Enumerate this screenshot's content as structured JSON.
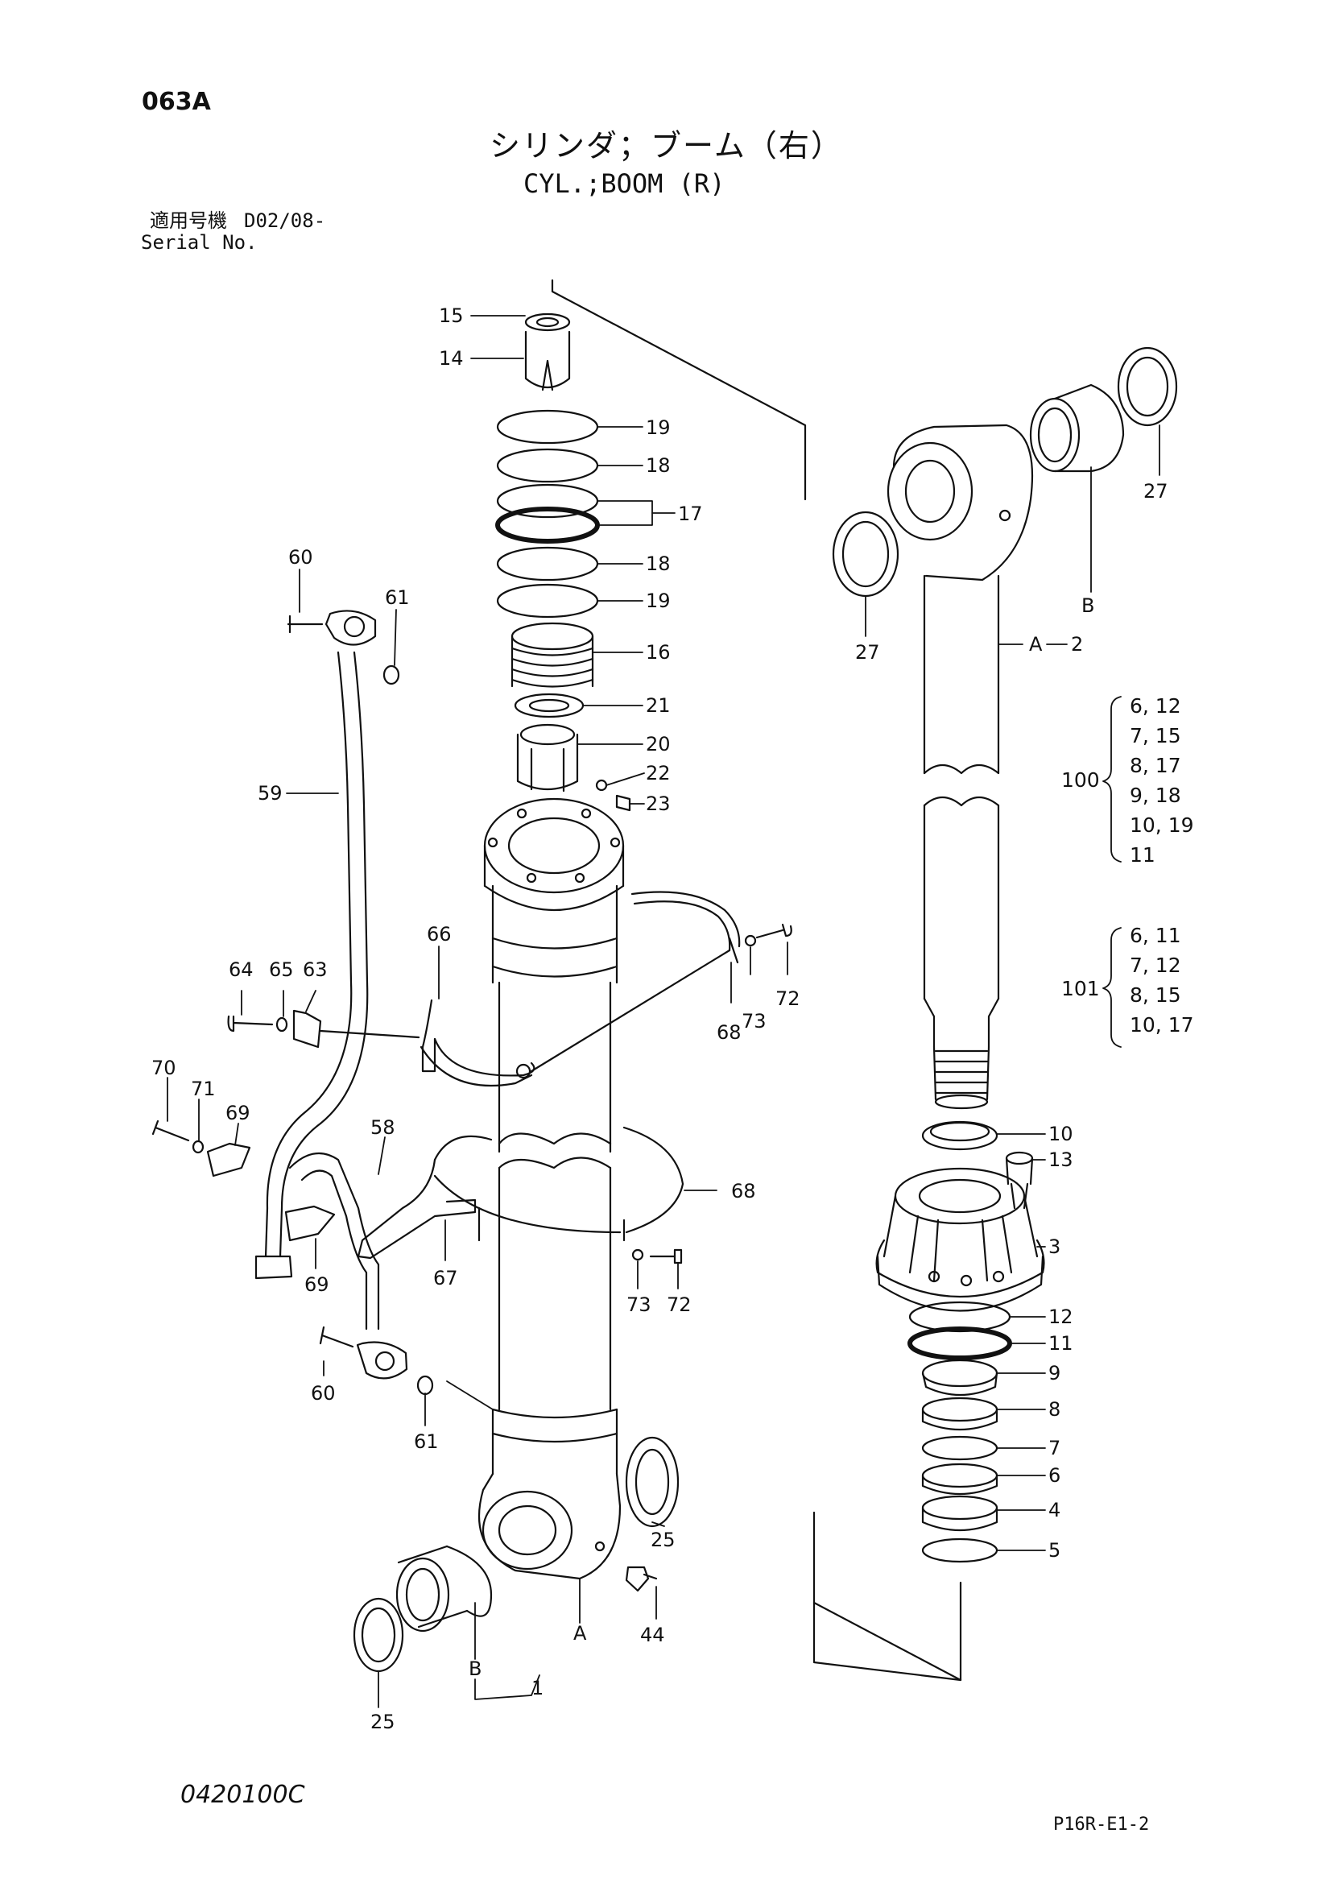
{
  "header": {
    "page_code": "063A",
    "title_jp": "シリンダ；ブーム（右）",
    "title_en": "CYL.;BOOM (R)",
    "serial_label_jp": "適用号機",
    "serial_value": "D02/08-",
    "serial_label_en": "Serial No."
  },
  "footer": {
    "doc_code": "0420100C",
    "sheet_code": "P16R-E1-2"
  },
  "callouts": {
    "c15": "15",
    "c14": "14",
    "c19a": "19",
    "c18a": "18",
    "c17": "17",
    "c18b": "18",
    "c19b": "19",
    "c16": "16",
    "c21": "21",
    "c20": "20",
    "c22": "22",
    "c23": "23",
    "c60a": "60",
    "c61a": "61",
    "c59": "59",
    "c66": "66",
    "c64": "64",
    "c65": "65",
    "c63": "63",
    "c72a": "72",
    "c73a": "73",
    "c68a": "68",
    "c70": "70",
    "c71": "71",
    "c69a": "69",
    "c58": "58",
    "c68b": "68",
    "c69b": "69",
    "c67": "67",
    "c73b": "73",
    "c72b": "72",
    "c60b": "60",
    "c61b": "61",
    "c25a": "25",
    "c25b": "25",
    "c44": "44",
    "c1": "1",
    "cA1": "A",
    "cB1": "B",
    "c27a": "27",
    "c27b": "27",
    "cA2": "A",
    "cB2": "B",
    "c2": "2",
    "c10": "10",
    "c13": "13",
    "c3": "3",
    "c12": "12",
    "c11": "11",
    "c9": "9",
    "c8": "8",
    "c7": "7",
    "c6": "6",
    "c4": "4",
    "c5": "5"
  },
  "kits": [
    {
      "id": "100",
      "items": [
        "6, 12",
        "7, 15",
        "8, 17",
        "9, 18",
        "10, 19",
        "11"
      ]
    },
    {
      "id": "101",
      "items": [
        "6, 11",
        "7, 12",
        "8, 15",
        "10, 17"
      ]
    }
  ]
}
